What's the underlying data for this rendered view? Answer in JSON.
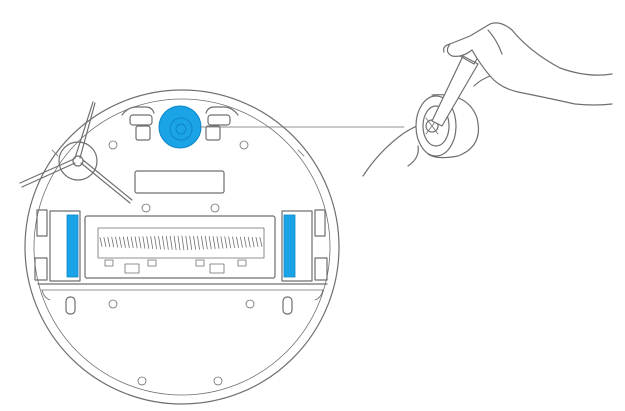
{
  "colors": {
    "line": "#6f6f6f",
    "highlight_fill": "#1aa3e6",
    "highlight_dark": "#0f87c8",
    "background": "#ffffff"
  },
  "icons": {
    "main_illustration": "robot-vacuum-underside",
    "highlighted_part": "omnidirectional-wheel",
    "detail_view": "hand-cleaning-wheel-with-tool"
  }
}
